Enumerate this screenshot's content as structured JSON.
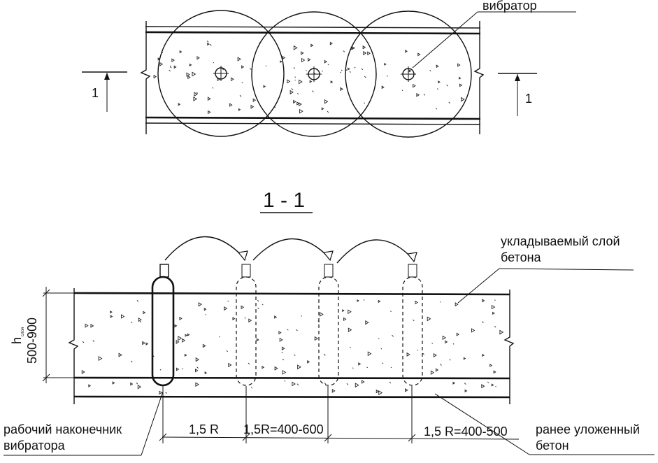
{
  "plan_view": {
    "vibrator_label": "вибратор",
    "section_mark_left": "1",
    "section_mark_right": "1"
  },
  "section_view": {
    "title": "1 - 1",
    "layer_label_line1": "укладываемый слой",
    "layer_label_line2": "бетона",
    "thickness_symbol": "h",
    "thickness_subscript": "слоя",
    "thickness_value": "500-900",
    "tip_label_line1": "рабочий наконечник",
    "tip_label_line2": "вибратора",
    "dim_1": "1,5 R",
    "dim_2": "1,5R=400-600",
    "dim_3": "1,5 R=400-500",
    "prev_layer_line1": "ранее уложенный",
    "prev_layer_line2": "бетон"
  }
}
